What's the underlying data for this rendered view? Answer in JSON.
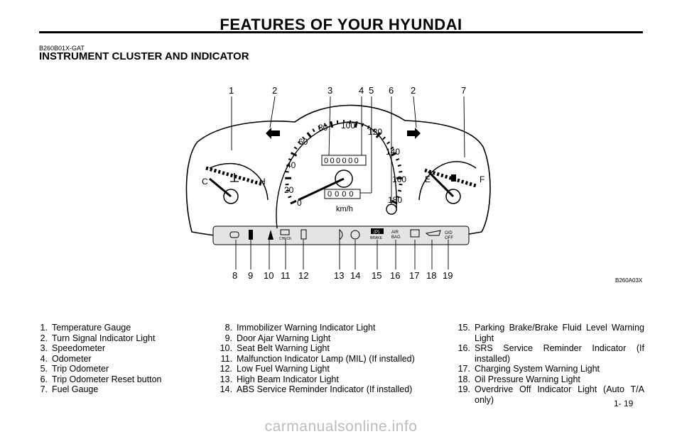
{
  "header": {
    "title": "FEATURES OF YOUR HYUNDAI"
  },
  "section": {
    "code": "B260B01X-GAT",
    "title": "INSTRUMENT CLUSTER AND INDICATOR"
  },
  "figure": {
    "code": "B260A03X",
    "top_callouts": [
      "1",
      "2",
      "3",
      "4",
      "5",
      "6",
      "2",
      "7"
    ],
    "bottom_callouts": [
      "8",
      "9",
      "10",
      "11",
      "12",
      "13",
      "14",
      "15",
      "16",
      "17",
      "18",
      "19"
    ],
    "speed_ticks": [
      "0",
      "20",
      "40",
      "60",
      "80",
      "100",
      "120",
      "140",
      "160",
      "180"
    ],
    "speed_unit": "km/h",
    "odometer": "000000",
    "trip": "0000",
    "temp_labels": {
      "cold": "C",
      "hot": "H"
    },
    "fuel_labels": {
      "empty": "E",
      "full": "F"
    },
    "lamp_labels": {
      "check": "CHECK",
      "brake": "BRAKE",
      "air": "AIR",
      "bag": "BAG",
      "od": "O/D",
      "off": "OFF",
      "p": "(P)"
    }
  },
  "legend": {
    "col1": [
      {
        "num": "1.",
        "text": "Temperature Gauge"
      },
      {
        "num": "2.",
        "text": "Turn Signal Indicator Light"
      },
      {
        "num": "3.",
        "text": "Speedometer"
      },
      {
        "num": "4.",
        "text": "Odometer"
      },
      {
        "num": "5.",
        "text": "Trip Odometer"
      },
      {
        "num": "6.",
        "text": "Trip Odometer Reset button"
      },
      {
        "num": "7.",
        "text": "Fuel Gauge"
      }
    ],
    "col2": [
      {
        "num": "8.",
        "text": "Immobilizer Warning Indicator Light"
      },
      {
        "num": "9.",
        "text": "Door Ajar Warning Light"
      },
      {
        "num": "10.",
        "text": "Seat Belt Warning Light"
      },
      {
        "num": "11.",
        "text": "Malfunction Indicator Lamp (MIL) (If installed)"
      },
      {
        "num": "12.",
        "text": "Low Fuel Warning Light"
      },
      {
        "num": "13.",
        "text": "High Beam Indicator Light"
      },
      {
        "num": "14.",
        "text": "ABS Service Reminder Indicator (If installed)"
      }
    ],
    "col3": [
      {
        "num": "15.",
        "text": "Parking Brake/Brake Fluid Level Warning Light"
      },
      {
        "num": "16.",
        "text": "SRS Service Reminder Indicator (If installed)"
      },
      {
        "num": "17.",
        "text": "Charging System Warning Light"
      },
      {
        "num": "18.",
        "text": "Oil Pressure Warning Light"
      },
      {
        "num": "19.",
        "text": "Overdrive Off Indicator Light (Auto T/A only)"
      }
    ]
  },
  "page_number": "1- 19",
  "watermark": "carmanualsonline.info"
}
